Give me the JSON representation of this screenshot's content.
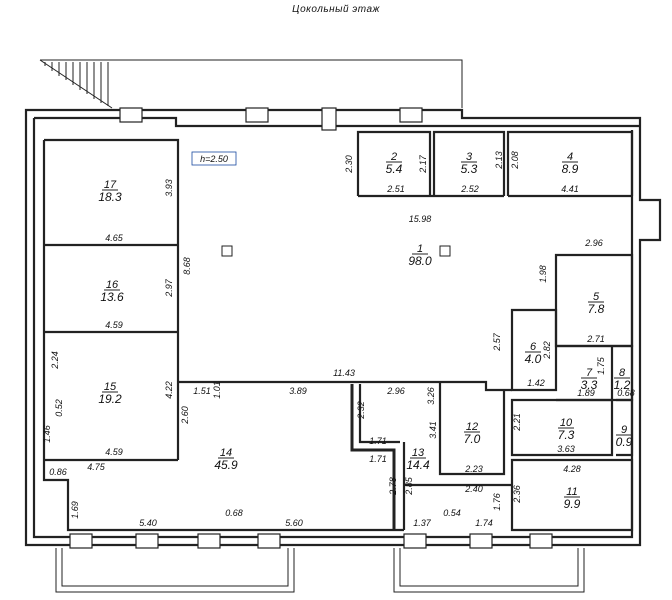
{
  "title": "Цокольный этаж",
  "height_label": "h=2.50",
  "rooms": [
    {
      "id": "1",
      "number": "1",
      "area": "98.0"
    },
    {
      "id": "2",
      "number": "2",
      "area": "5.4"
    },
    {
      "id": "3",
      "number": "3",
      "area": "5.3"
    },
    {
      "id": "4",
      "number": "4",
      "area": "8.9"
    },
    {
      "id": "5",
      "number": "5",
      "area": "7.8"
    },
    {
      "id": "6",
      "number": "6",
      "area": "4.0"
    },
    {
      "id": "7",
      "number": "7",
      "area": "3.3"
    },
    {
      "id": "8",
      "number": "8",
      "area": "1.2"
    },
    {
      "id": "9",
      "number": "9",
      "area": "0.9"
    },
    {
      "id": "10",
      "number": "10",
      "area": "7.3"
    },
    {
      "id": "11",
      "number": "11",
      "area": "9.9"
    },
    {
      "id": "12",
      "number": "12",
      "area": "7.0"
    },
    {
      "id": "13",
      "number": "13",
      "area": "14.4"
    },
    {
      "id": "14",
      "number": "14",
      "area": "45.9"
    },
    {
      "id": "15",
      "number": "15",
      "area": "19.2"
    },
    {
      "id": "16",
      "number": "16",
      "area": "13.6"
    },
    {
      "id": "17",
      "number": "17",
      "area": "18.3"
    }
  ],
  "dimensions": [
    "3.93",
    "4.65",
    "8.68",
    "2.97",
    "4.59",
    "2.24",
    "0.52",
    "4.22",
    "4.59",
    "1.46",
    "2.60",
    "4.75",
    "0.86",
    "1.69",
    "5.40",
    "0.68",
    "5.60",
    "1.51",
    "1.01",
    "3.89",
    "11.43",
    "2.96",
    "2.32",
    "1.71",
    "1.71",
    "3.41",
    "2.78",
    "2.85",
    "1.37",
    "0.54",
    "1.74",
    "3.26",
    "2.23",
    "2.40",
    "1.76",
    "2.30",
    "2.17",
    "2.51",
    "2.13",
    "2.52",
    "2.08",
    "4.41",
    "15.98",
    "2.96",
    "1.98",
    "2.71",
    "2.82",
    "2.57",
    "1.42",
    "1.75",
    "1.89",
    "0.68",
    "2.21",
    "3.63",
    "4.28",
    "2.36"
  ]
}
